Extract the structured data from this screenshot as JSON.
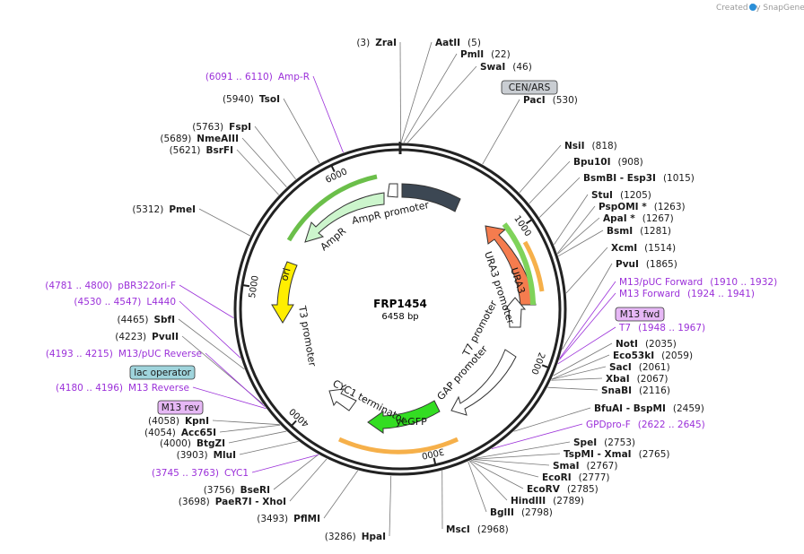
{
  "plasmid": {
    "name": "FRP1454",
    "length_label": "6458 bp",
    "length": 6458
  },
  "credit": "Created by SnapGene",
  "ticks": [
    "1000",
    "2000",
    "3000",
    "4000",
    "5000",
    "6000"
  ],
  "enzymes": [
    {
      "name": "ZraI",
      "pos": "(3)",
      "bp": 3,
      "side": "L"
    },
    {
      "name": "AatII",
      "pos": "(5)",
      "bp": 5,
      "side": "R"
    },
    {
      "name": "PmlI",
      "pos": "(22)",
      "bp": 22,
      "side": "R"
    },
    {
      "name": "SwaI",
      "pos": "(46)",
      "bp": 46,
      "side": "R"
    },
    {
      "name": "PacI",
      "pos": "(530)",
      "bp": 530,
      "side": "R"
    },
    {
      "name": "NsiI",
      "pos": "(818)",
      "bp": 818,
      "side": "R"
    },
    {
      "name": "Bpu10I",
      "pos": "(908)",
      "bp": 908,
      "side": "R"
    },
    {
      "name": "BsmBI  -  Esp3I",
      "pos": "(1015)",
      "bp": 1015,
      "side": "R"
    },
    {
      "name": "StuI",
      "pos": "(1205)",
      "bp": 1205,
      "side": "R"
    },
    {
      "name": "PspOMI *",
      "pos": "(1263)",
      "bp": 1263,
      "side": "R"
    },
    {
      "name": "ApaI *",
      "pos": "(1267)",
      "bp": 1267,
      "side": "R"
    },
    {
      "name": "BsmI",
      "pos": "(1281)",
      "bp": 1281,
      "side": "R"
    },
    {
      "name": "XcmI",
      "pos": "(1514)",
      "bp": 1514,
      "side": "R"
    },
    {
      "name": "PvuI",
      "pos": "(1865)",
      "bp": 1865,
      "side": "R"
    },
    {
      "name": "NotI",
      "pos": "(2035)",
      "bp": 2035,
      "side": "R"
    },
    {
      "name": "Eco53kI",
      "pos": "(2059)",
      "bp": 2059,
      "side": "R"
    },
    {
      "name": "SacI",
      "pos": "(2061)",
      "bp": 2061,
      "side": "R"
    },
    {
      "name": "XbaI",
      "pos": "(2067)",
      "bp": 2067,
      "side": "R"
    },
    {
      "name": "SnaBI",
      "pos": "(2116)",
      "bp": 2116,
      "side": "R"
    },
    {
      "name": "BfuAI  -  BspMI",
      "pos": "(2459)",
      "bp": 2459,
      "side": "R"
    },
    {
      "name": "SpeI",
      "pos": "(2753)",
      "bp": 2753,
      "side": "R"
    },
    {
      "name": "TspMI  -  XmaI",
      "pos": "(2765)",
      "bp": 2765,
      "side": "R"
    },
    {
      "name": "SmaI",
      "pos": "(2767)",
      "bp": 2767,
      "side": "R"
    },
    {
      "name": "EcoRI",
      "pos": "(2777)",
      "bp": 2777,
      "side": "R"
    },
    {
      "name": "EcoRV",
      "pos": "(2785)",
      "bp": 2785,
      "side": "R"
    },
    {
      "name": "HindIII",
      "pos": "(2789)",
      "bp": 2789,
      "side": "R"
    },
    {
      "name": "BglII",
      "pos": "(2798)",
      "bp": 2798,
      "side": "R"
    },
    {
      "name": "MscI",
      "pos": "(2968)",
      "bp": 2968,
      "side": "R"
    },
    {
      "name": "HpaI",
      "pos": "(3286)",
      "bp": 3286,
      "side": "L"
    },
    {
      "name": "PflMI",
      "pos": "(3493)",
      "bp": 3493,
      "side": "L"
    },
    {
      "name": "PaeR7I  -  XhoI",
      "pos": "(3698)",
      "bp": 3698,
      "side": "L"
    },
    {
      "name": "BseRI",
      "pos": "(3756)",
      "bp": 3756,
      "side": "L"
    },
    {
      "name": "MluI",
      "pos": "(3903)",
      "bp": 3903,
      "side": "L"
    },
    {
      "name": "BtgZI",
      "pos": "(4000)",
      "bp": 4000,
      "side": "L"
    },
    {
      "name": "Acc65I",
      "pos": "(4054)",
      "bp": 4054,
      "side": "L"
    },
    {
      "name": "KpnI",
      "pos": "(4058)",
      "bp": 4058,
      "side": "L"
    },
    {
      "name": "PvuII",
      "pos": "(4223)",
      "bp": 4223,
      "side": "L"
    },
    {
      "name": "SbfI",
      "pos": "(4465)",
      "bp": 4465,
      "side": "L"
    },
    {
      "name": "PmeI",
      "pos": "(5312)",
      "bp": 5312,
      "side": "L"
    },
    {
      "name": "BsrFI",
      "pos": "(5621)",
      "bp": 5621,
      "side": "L"
    },
    {
      "name": "NmeAIII",
      "pos": "(5689)",
      "bp": 5689,
      "side": "L"
    },
    {
      "name": "FspI",
      "pos": "(5763)",
      "bp": 5763,
      "side": "L"
    },
    {
      "name": "TsoI",
      "pos": "(5940)",
      "bp": 5940,
      "side": "L"
    }
  ],
  "primers": [
    {
      "name": "Amp-R",
      "range": "(6091 .. 6110)",
      "bp": 6100,
      "side": "L"
    },
    {
      "name": "M13/pUC Forward",
      "range": "(1910 .. 1932)",
      "bp": 1921,
      "side": "R"
    },
    {
      "name": "M13 Forward",
      "range": "(1924 .. 1941)",
      "bp": 1932,
      "side": "R"
    },
    {
      "name": "T7",
      "range": "(1948 .. 1967)",
      "bp": 1957,
      "side": "R"
    },
    {
      "name": "GPDpro-F",
      "range": "(2622 .. 2645)",
      "bp": 2633,
      "side": "R"
    },
    {
      "name": "CYC1",
      "range": "(3745 .. 3763)",
      "bp": 3754,
      "side": "L"
    },
    {
      "name": "M13 Reverse",
      "range": "(4180 .. 4196)",
      "bp": 4188,
      "side": "L"
    },
    {
      "name": "M13/pUC Reverse",
      "range": "(4193 .. 4215)",
      "bp": 4204,
      "side": "L"
    },
    {
      "name": "L4440",
      "range": "(4530 .. 4547)",
      "bp": 4538,
      "side": "L"
    },
    {
      "name": "pBR322ori-F",
      "range": "(4781 .. 4800)",
      "bp": 4790,
      "side": "L"
    }
  ],
  "boxed_labels": [
    {
      "name": "CEN/ARS",
      "style": "gray"
    },
    {
      "name": "M13 fwd",
      "style": "purple"
    },
    {
      "name": "lac operator",
      "style": "teal"
    },
    {
      "name": "M13 rev",
      "style": "purple"
    }
  ],
  "features": [
    {
      "name": "URA3",
      "color": "#f57c4e"
    },
    {
      "name": "URA3 promoter",
      "color": "#ffffff"
    },
    {
      "name": "T7 promoter",
      "color": "#ffffff"
    },
    {
      "name": "GAP promoter",
      "color": "#ffffff"
    },
    {
      "name": "yeGFP",
      "color": "#33dd22"
    },
    {
      "name": "CYC1 terminator",
      "color": "#ffffff"
    },
    {
      "name": "T3 promoter",
      "color": "#ffffff"
    },
    {
      "name": "ori",
      "color": "#ffee00"
    },
    {
      "name": "AmpR",
      "color": "#ccf5cc"
    },
    {
      "name": "AmpR promoter",
      "color": "#ffffff"
    }
  ]
}
